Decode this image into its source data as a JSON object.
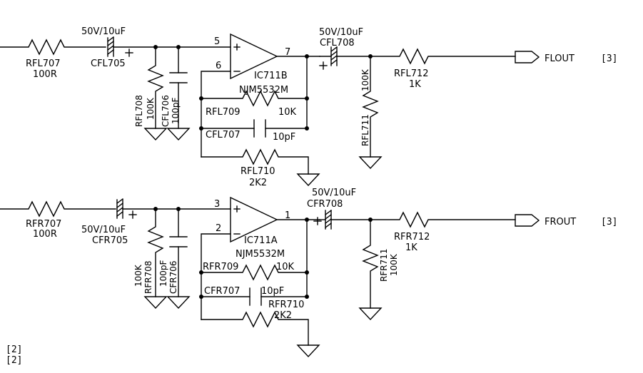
{
  "channel_left": {
    "rin": {
      "ref": "RFL707",
      "value": "100R"
    },
    "cin": {
      "ref": "CFL705",
      "rating": "50V/10uF"
    },
    "rsh": {
      "ref": "RFL708",
      "value": "100K"
    },
    "csh": {
      "ref": "CFL706",
      "value": "100pF"
    },
    "opamp": {
      "ref": "IC711B",
      "part": "NJM5532M",
      "pin_plus": "5",
      "pin_minus": "6",
      "pin_out": "7"
    },
    "rfb": {
      "ref": "RFL709",
      "value": "10K"
    },
    "cfb": {
      "ref": "CFL707",
      "value": "10pF"
    },
    "rgnd": {
      "ref": "RFL710",
      "value": "2K2"
    },
    "cout": {
      "ref": "CFL708",
      "rating": "50V/10uF"
    },
    "rload": {
      "ref": "RFL711",
      "value": "100K"
    },
    "rser": {
      "ref": "RFL712",
      "value": "1K"
    },
    "out_label": "FLOUT",
    "out_ref": "[3]"
  },
  "channel_right": {
    "rin": {
      "ref": "RFR707",
      "value": "100R"
    },
    "cin": {
      "ref": "CFR705",
      "rating": "50V/10uF"
    },
    "rsh": {
      "ref": "RFR708",
      "value": "100K"
    },
    "csh": {
      "ref": "CFR706",
      "value": "100pF"
    },
    "opamp": {
      "ref": "IC711A",
      "part": "NJM5532M",
      "pin_plus": "3",
      "pin_minus": "2",
      "pin_out": "1"
    },
    "rfb": {
      "ref": "RFR709",
      "value": "10K"
    },
    "cfb": {
      "ref": "CFR707",
      "value": "10pF"
    },
    "rgnd": {
      "ref": "RFR710",
      "value": "2K2"
    },
    "cout": {
      "ref": "CFR708",
      "rating": "50V/10uF"
    },
    "rload": {
      "ref": "RFR711",
      "value": "100K"
    },
    "rser": {
      "ref": "RFR712",
      "value": "1K"
    },
    "out_label": "FROUT",
    "out_ref": "[3]"
  },
  "page_refs": [
    "[2]",
    "[2]"
  ]
}
